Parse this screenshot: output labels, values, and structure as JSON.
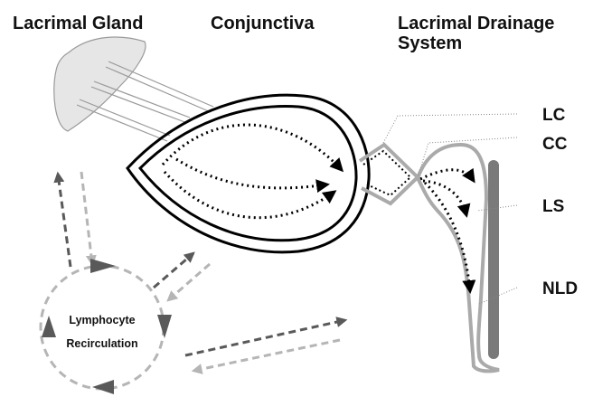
{
  "headings": {
    "lacrimal_gland": "Lacrimal Gland",
    "conjunctiva": "Conjunctiva",
    "drainage_line1": "Lacrimal Drainage",
    "drainage_line2": "System"
  },
  "labels": {
    "lc": "LC",
    "cc": "CC",
    "ls": "LS",
    "nld": "NLD"
  },
  "lymphocyte": {
    "line1": "Lymphocyte",
    "line2": "Recirculation"
  },
  "colors": {
    "dark_arrow": "#595959",
    "light_arrow": "#b5b5b5",
    "gland_fill": "#e6e6e6",
    "gland_stroke": "#9a9a9a",
    "duct_outline": "#aaaaaa",
    "bone_fill": "#7a7a7a",
    "outline": "#000000"
  }
}
